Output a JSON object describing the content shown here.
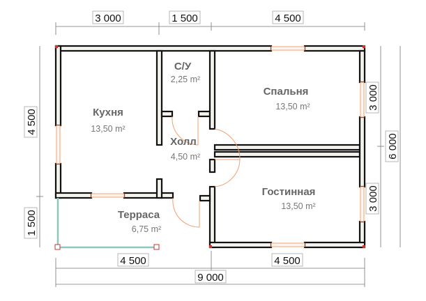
{
  "dimensions": {
    "top": [
      "3 000",
      "1 500",
      "4 500"
    ],
    "left": [
      "4 500",
      "1 500"
    ],
    "right": [
      "3 000",
      "3 000"
    ],
    "right_total": "6 000",
    "bottom": [
      "4 500",
      "4 500"
    ],
    "bottom_total": "9 000"
  },
  "rooms": {
    "kitchen": {
      "name": "Кухня",
      "area": "13,50 m²"
    },
    "bathroom": {
      "name": "С/У",
      "area": "2,25 m²"
    },
    "bedroom": {
      "name": "Спальня",
      "area": "13,50 m²"
    },
    "hall": {
      "name": "Холл",
      "area": "4,50 m²"
    },
    "living": {
      "name": "Гостинная",
      "area": "13,50 m²"
    },
    "terrace": {
      "name": "Терраса",
      "area": "6,75 m²"
    }
  },
  "colors": {
    "wall_fill": "#f4f2ec",
    "window": "#f0a070",
    "terrace": "#8cc8c0"
  }
}
